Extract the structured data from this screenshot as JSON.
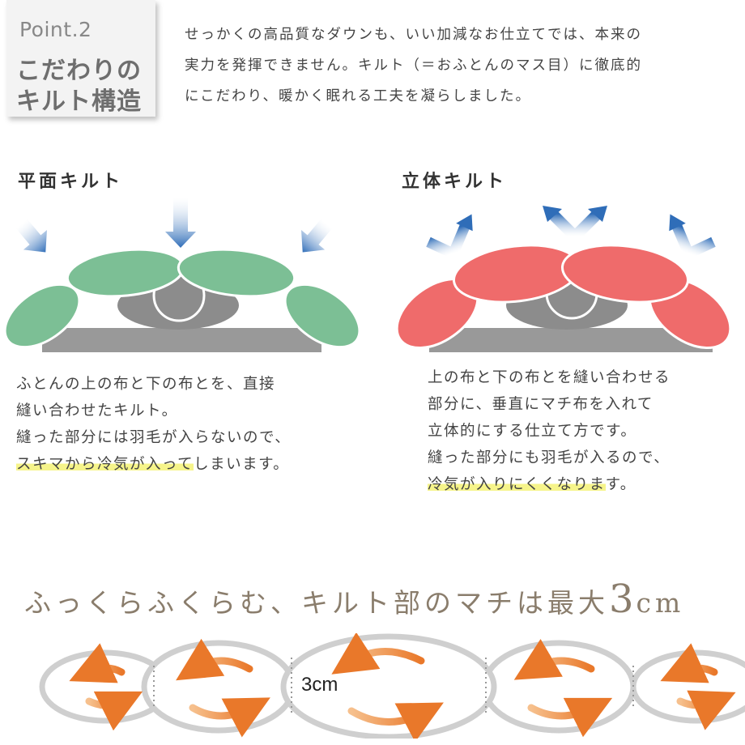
{
  "header": {
    "point": "Point.2",
    "title_line1": "こだわりの",
    "title_line2": "キルト構造"
  },
  "intro": {
    "lines": [
      "せっかくの高品質なダウンも、いい加減なお仕立てでは、本来の",
      "実力を発揮できません。キルト（＝おふとんのマス目）に徹底的",
      "にこだわり、暖かく眠れる工夫を凝らしました。"
    ]
  },
  "flat": {
    "title": "平面キルト",
    "line1": "ふとんの上の布と下の布とを、直接",
    "line2": "縫い合わせたキルト。",
    "line3": "縫った部分には羽毛が入らないので、",
    "line4_highlight": "スキマから冷気が入って",
    "line4_rest": "しまいます。",
    "colors": {
      "quilt": "#7cbf95",
      "arrow": "#2f6db8"
    }
  },
  "solid": {
    "title": "立体キルト",
    "line1": "上の布と下の布とを縫い合わせる",
    "line2": "部分に、垂直にマチ布を入れて",
    "line3": "立体的にする仕立て方です。",
    "line4": "縫った部分にも羽毛が入るので、",
    "line5_highlight": "冷気が入りにくくなりま",
    "line5_rest": "す。",
    "colors": {
      "quilt": "#ef6b6b",
      "arrow": "#2f6db8"
    }
  },
  "bottom": {
    "title_text": "ふっくらふくらむ、キルト部のマチは最大",
    "title_big": "3",
    "title_unit": "cm",
    "measure_label": "3cm",
    "colors": {
      "arrow": "#ec8a34",
      "outline": "#cfcfcf"
    }
  }
}
